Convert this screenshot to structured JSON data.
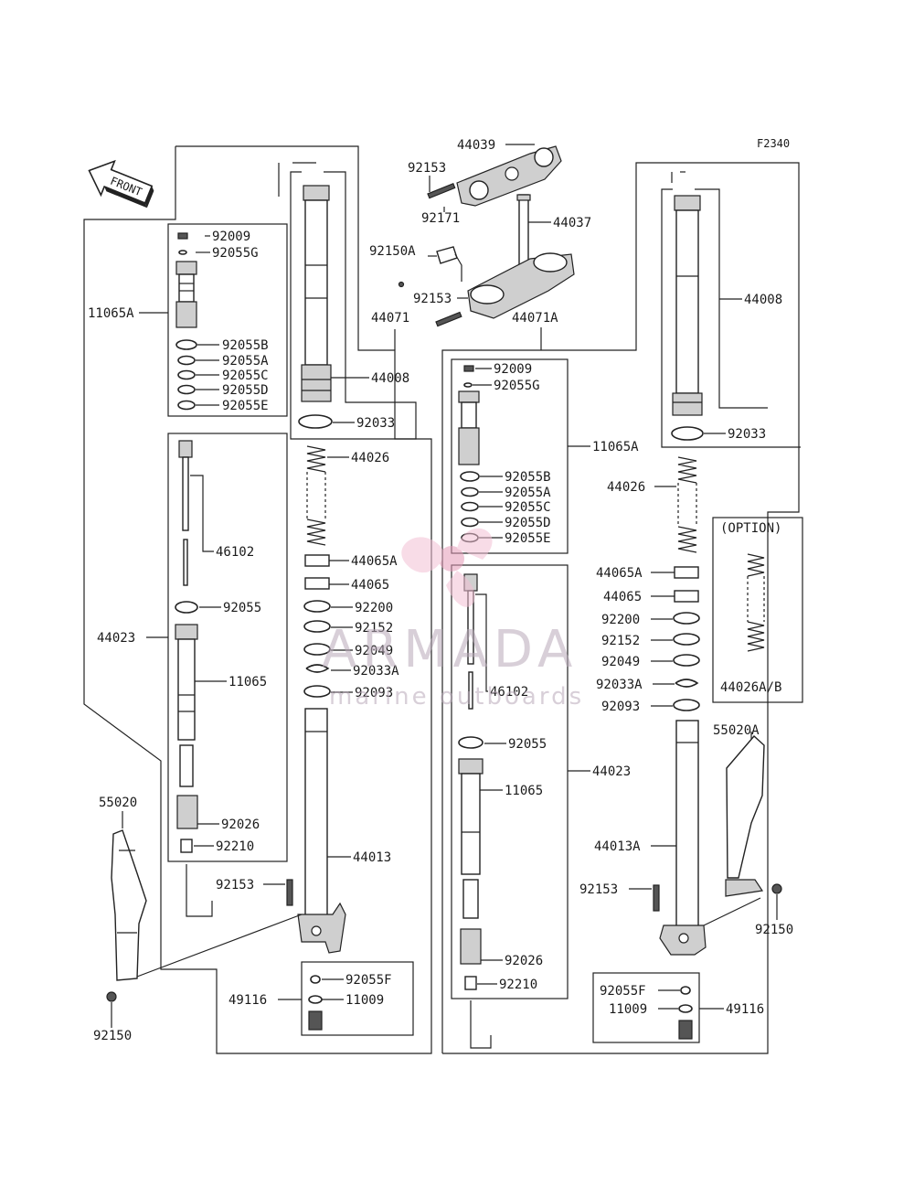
{
  "diagram_code": "F2340",
  "front_arrow": "FRONT",
  "option_label": "(OPTION)",
  "watermark": {
    "brand": "ARMADA",
    "tagline": "marine outboards"
  },
  "left_fork": {
    "labels": {
      "p92009": "92009",
      "p92055G": "92055G",
      "p11065A": "11065A",
      "p92055B": "92055B",
      "p92055A": "92055A",
      "p92055C": "92055C",
      "p92055D": "92055D",
      "p92055E": "92055E",
      "p44071": "44071",
      "p44008": "44008",
      "p92033": "92033",
      "p44026": "44026",
      "p46102": "46102",
      "p92055": "92055",
      "p44023": "44023",
      "p11065": "11065",
      "p44065A": "44065A",
      "p44065": "44065",
      "p92200": "92200",
      "p92152": "92152",
      "p92049": "92049",
      "p92033A": "92033A",
      "p92093": "92093",
      "p92026": "92026",
      "p92210": "92210",
      "p55020": "55020",
      "p44013": "44013",
      "p92153": "92153",
      "p92055F": "92055F",
      "p49116": "49116",
      "p11009": "11009",
      "p92150": "92150"
    }
  },
  "steering": {
    "labels": {
      "p44039": "44039",
      "p92153a": "92153",
      "p92171": "92171",
      "p44037": "44037",
      "p92150A": "92150A",
      "p92153b": "92153",
      "p44071A": "44071A"
    }
  },
  "right_fork": {
    "labels": {
      "p92009": "92009",
      "p92055G": "92055G",
      "p11065A": "11065A",
      "p92055B": "92055B",
      "p92055A": "92055A",
      "p92055C": "92055C",
      "p92055D": "92055D",
      "p92055E": "92055E",
      "p44008": "44008",
      "p92033": "92033",
      "p44026": "44026",
      "p44026AB": "44026A/B",
      "p46102": "46102",
      "p92055": "92055",
      "p44023": "44023",
      "p11065": "11065",
      "p44065A": "44065A",
      "p44065": "44065",
      "p92200": "92200",
      "p92152": "92152",
      "p92049": "92049",
      "p92033A": "92033A",
      "p92093": "92093",
      "p55020A": "55020A",
      "p44013A": "44013A",
      "p92153": "92153",
      "p92150": "92150",
      "p92026": "92026",
      "p92210": "92210",
      "p92055F": "92055F",
      "p11009": "11009",
      "p49116": "49116"
    }
  }
}
